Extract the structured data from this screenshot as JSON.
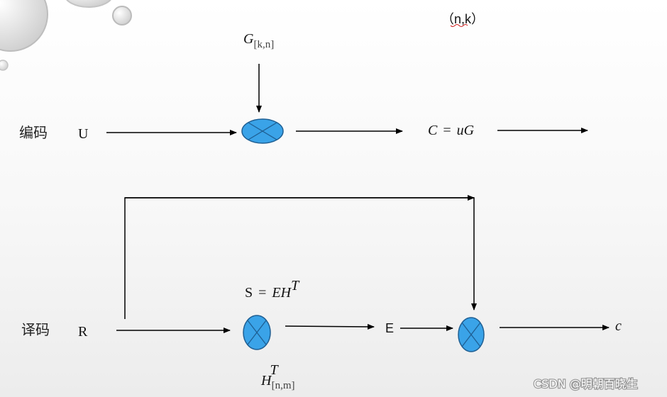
{
  "top_note": "（n,k）",
  "encode": {
    "row_label": "编码",
    "input": "U",
    "generator_main": "G",
    "generator_sub": "[k,n]",
    "output_lhs": "C",
    "output_eq": "=",
    "output_rhs": "uG"
  },
  "decode": {
    "row_label": "译码",
    "input": "R",
    "syndrome_lhs": "S",
    "syndrome_eq": "=",
    "syndrome_rhs": "EH",
    "syndrome_sup": "T",
    "parity_main": "H",
    "parity_sup": "T",
    "parity_sub": "[n,m]",
    "error_label": "E",
    "output": "c"
  },
  "watermark": "CSDN @明朝百晓生",
  "colors": {
    "node_fill": "#3aa3e8",
    "node_stroke": "#1f5f93",
    "line": "#000000"
  }
}
